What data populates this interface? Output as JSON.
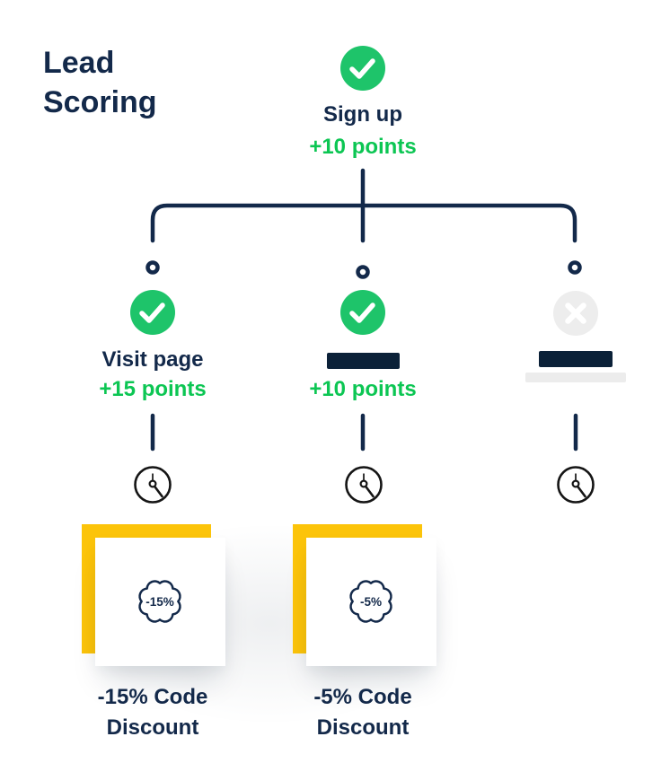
{
  "title": "Lead Scoring",
  "colors": {
    "navy_text": "#13294A",
    "navy_bar": "#0B2138",
    "green_icon": "#1EC46A",
    "green_text": "#0CC653",
    "yellow": "#FCC40A",
    "gray_circle": "#EDEDED",
    "gray_bar": "#ECECEC",
    "clock_stroke": "#151515",
    "background": "#FFFFFF"
  },
  "root": {
    "status_icon": "check-icon",
    "label": "Sign up",
    "points": "+10 points"
  },
  "branches": [
    {
      "status_icon": "check-icon",
      "label": "Visit page",
      "points": "+15 points",
      "label_placeholder": false,
      "points_placeholder": false
    },
    {
      "status_icon": "check-icon",
      "label": "",
      "points": "+10 points",
      "label_placeholder": true,
      "points_placeholder": false
    },
    {
      "status_icon": "cross-icon",
      "label": "",
      "points": "",
      "label_placeholder": true,
      "points_placeholder": true
    }
  ],
  "clock_icons": [
    "clock-icon",
    "clock-icon",
    "clock-icon"
  ],
  "cards": [
    {
      "badge_text": "-15%",
      "caption": [
        "-15% Code",
        "Discount"
      ]
    },
    {
      "badge_text": "-5%",
      "caption": [
        "-5% Code",
        "Discount"
      ]
    }
  ]
}
